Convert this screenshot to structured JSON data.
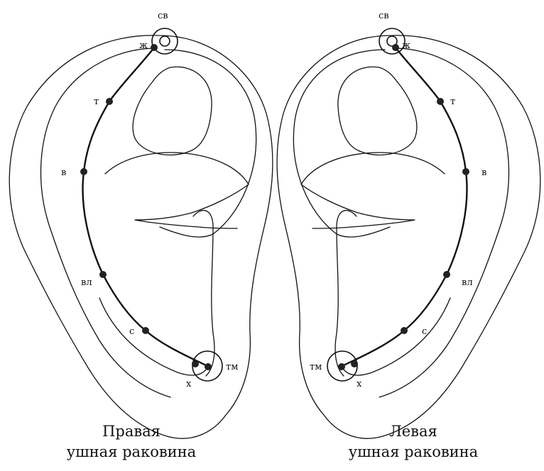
{
  "ears": [
    {
      "id": "right",
      "caption_line1": "Правая",
      "caption_line2": "ушная раковина",
      "labels": {
        "cv": "св",
        "zh": "ж",
        "t": "т",
        "v": "в",
        "vl": "вл",
        "s": "с",
        "kh": "х",
        "tm": "тм"
      }
    },
    {
      "id": "left",
      "caption_line1": "Левая",
      "caption_line2": "ушная раковина",
      "labels": {
        "cv": "св",
        "zh": "ж",
        "t": "т",
        "v": "в",
        "vl": "вл",
        "s": "с",
        "kh": "х",
        "tm": "тм"
      }
    }
  ]
}
